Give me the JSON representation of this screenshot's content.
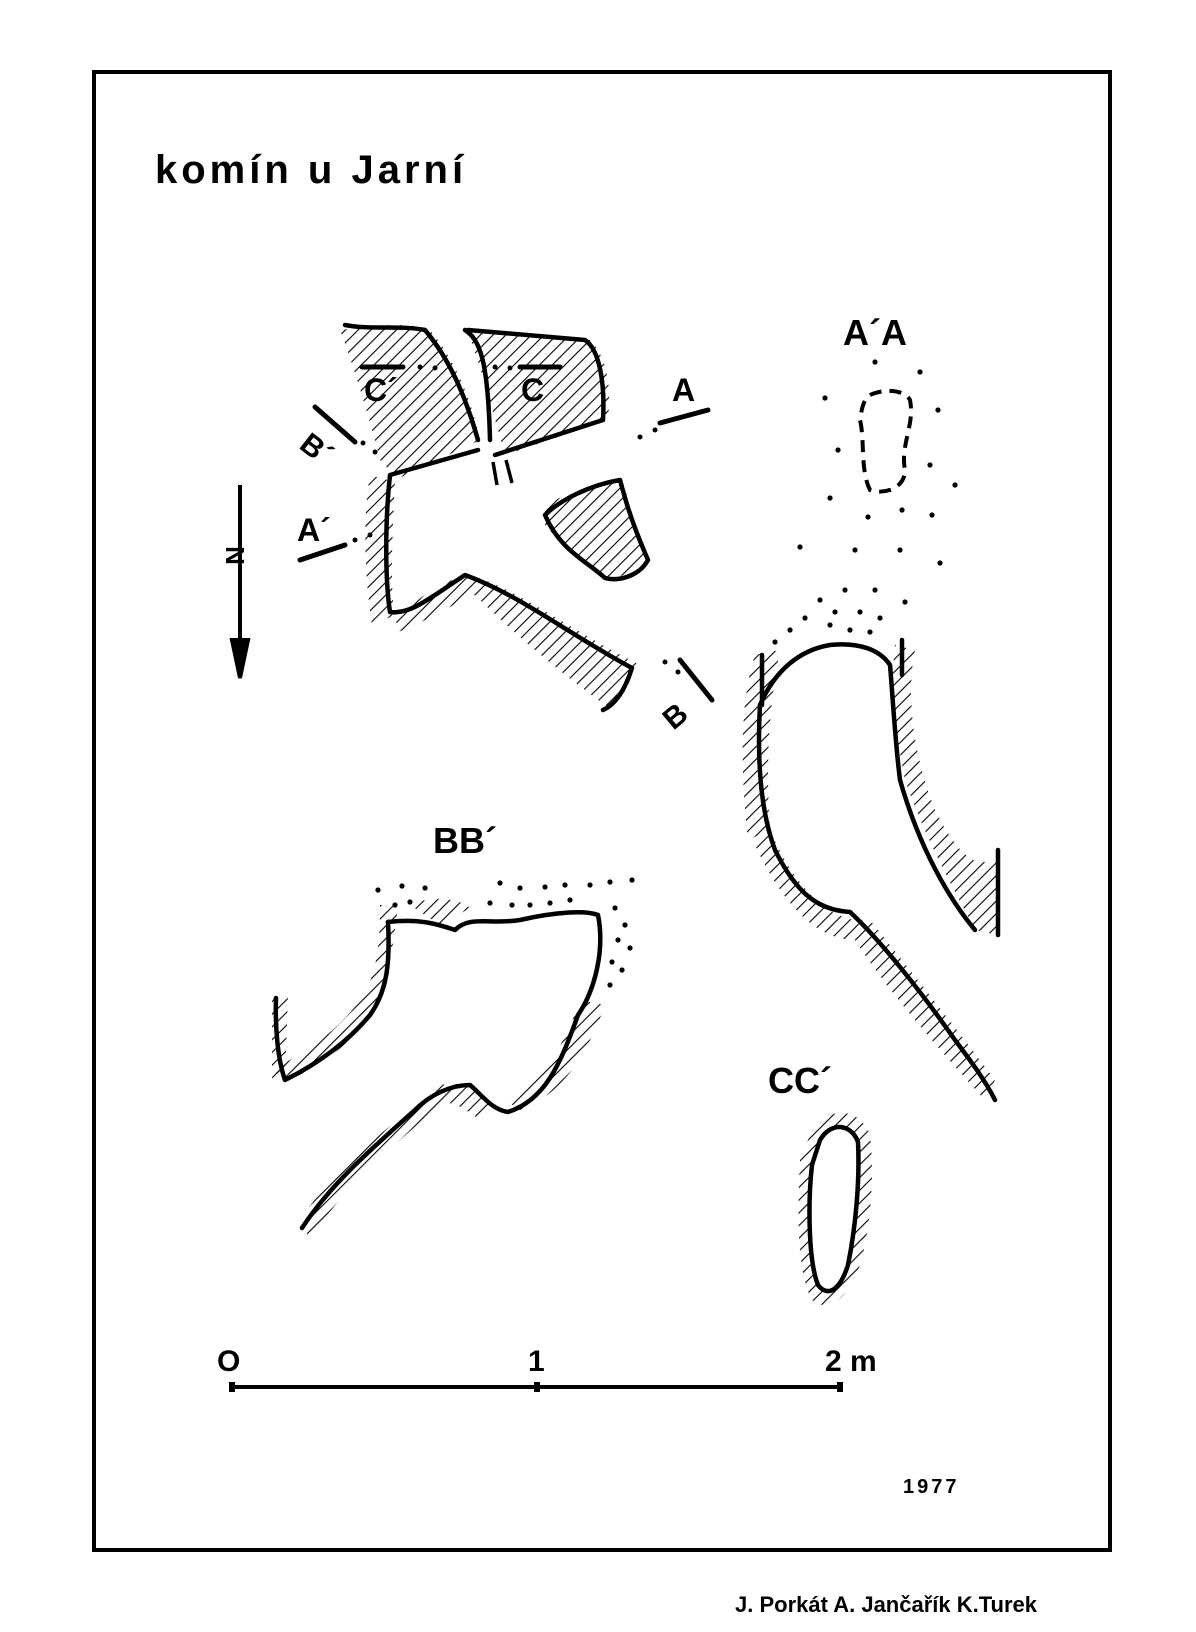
{
  "title": "komín u Jarní",
  "sections": {
    "aa": "A´A",
    "bb": "BB´",
    "cc": "CC´"
  },
  "markers": {
    "a": "A",
    "a_prime": "A´",
    "b": "B",
    "b_prime": "B´",
    "c": "C",
    "c_prime": "C´",
    "north": "N"
  },
  "scale": {
    "zero": "O",
    "one": "1",
    "two": "2 m"
  },
  "year": "1977",
  "authors": "J. Porkát  A. Jančařík K.Turek"
}
